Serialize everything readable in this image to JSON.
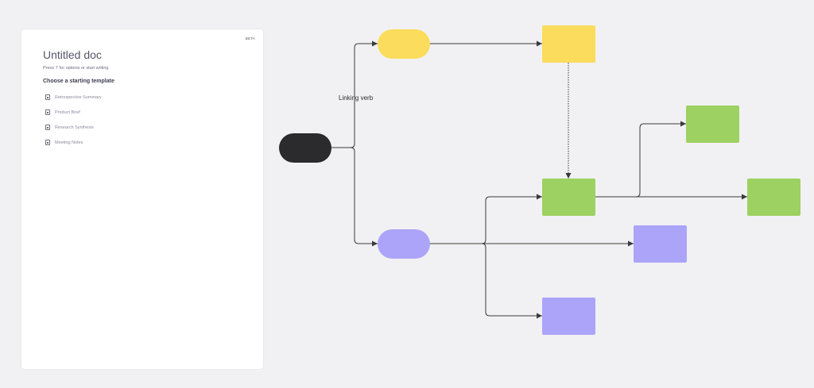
{
  "doc": {
    "beta": "BETA",
    "title": "Untitled doc",
    "hint": "Press '/' for options or start writing",
    "templates_heading": "Choose a starting template",
    "templates": [
      {
        "label": "Retrospective Summary",
        "icon": "document-icon"
      },
      {
        "label": "Product Brief",
        "icon": "document-icon"
      },
      {
        "label": "Research Synthesis",
        "icon": "document-icon"
      },
      {
        "label": "Meeting Notes",
        "icon": "document-icon"
      }
    ]
  },
  "diagram": {
    "connector_label": "Linking verb",
    "colors": {
      "start": "#2b2b2e",
      "yellow": "#fbdc5c",
      "green": "#9dd162",
      "purple": "#aba4f9",
      "line": "#3a3a3a"
    }
  }
}
